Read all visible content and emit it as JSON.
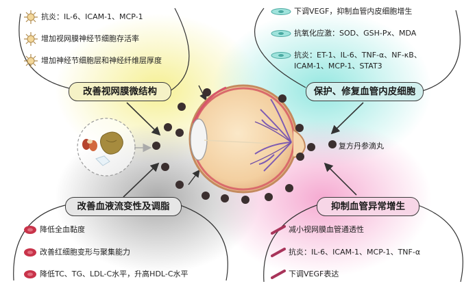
{
  "panels": {
    "retina": {
      "title": "改善视网膜微结构",
      "items": [
        "抗炎：IL-6、ICAM-1、MCP-1",
        "增加视网膜神经节细胞存活率",
        "增加神经节细胞层和神经纤维层厚度"
      ],
      "icon": "neuron-icon",
      "color": "#f5f2c6"
    },
    "endothelium": {
      "title": "保护、修复血管内皮细胞",
      "items": [
        "下调VEGF，抑制血管内皮细胞增生",
        "抗氧化应激：SOD、GSH-Px、MDA",
        "抗炎：ET-1、IL-6、TNF-α、NF-κB、",
        "ICAM-1、MCP-1、STAT3"
      ],
      "icon": "endothelial-cell-icon",
      "color": "#d2f0ee"
    },
    "blood": {
      "title": "改善血液流变性及调脂",
      "items": [
        "降低全血黏度",
        "改善红细胞变形与聚集能力",
        "降低TC、TG、LDL-C水平，升高HDL-C水平"
      ],
      "icon": "red-blood-cell-icon",
      "color": "#e6e6e6"
    },
    "angiogenesis": {
      "title": "抑制血管异常增生",
      "items": [
        "减小视网膜血管通透性",
        "抗炎：IL-6、ICAM-1、MCP-1、TNF-α",
        "下调VEGF表达"
      ],
      "icon": "blood-vessel-icon",
      "color": "#f7d6e7"
    }
  },
  "drug": {
    "label": "复方丹参滴丸",
    "icon": "pill-dot-icon"
  },
  "colors": {
    "yellow": "#f5ef8e",
    "teal": "#8fe6df",
    "pink": "#f5a6cf",
    "gray": "#9c9c9c",
    "dot": "#3b2f2f"
  }
}
